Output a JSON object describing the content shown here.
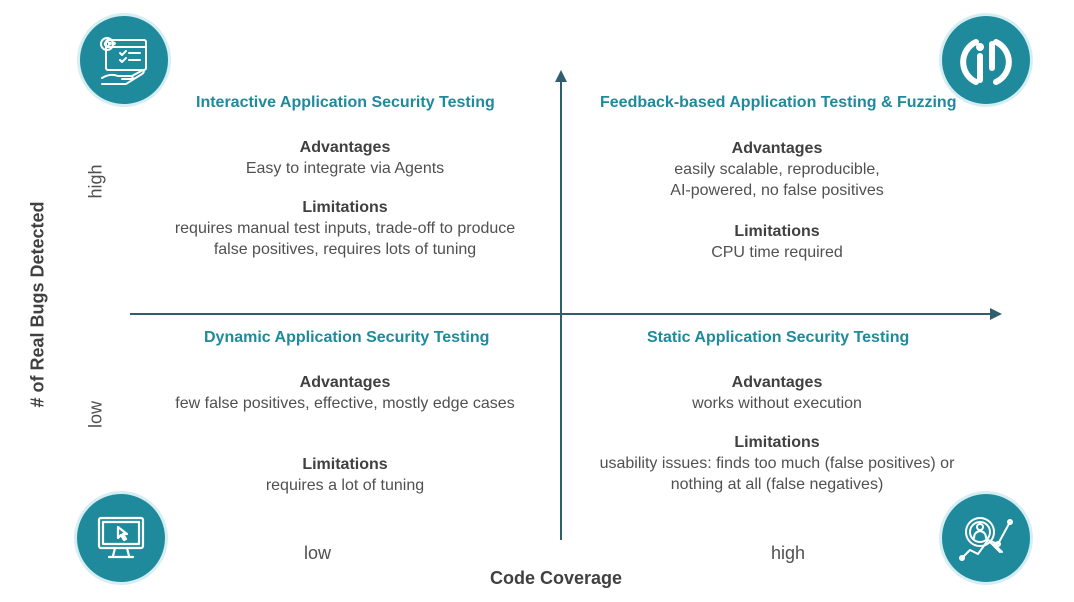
{
  "quadrants": {
    "top_left": {
      "title": "Interactive Application Security Testing",
      "advantages_head": "Advantages",
      "advantages": [
        "Easy to integrate via Agents"
      ],
      "limitations_head": "Limitations",
      "limitations": [
        "requires manual test inputs, trade-off to produce",
        "false positives, requires lots of tuning"
      ]
    },
    "top_right": {
      "title": "Feedback-based Application Testing & Fuzzing",
      "advantages_head": "Advantages",
      "advantages": [
        "easily scalable, reproducible,",
        "AI-powered, no false positives"
      ],
      "limitations_head": "Limitations",
      "limitations": [
        "CPU time required"
      ]
    },
    "bottom_left": {
      "title": "Dynamic Application Security Testing",
      "advantages_head": "Advantages",
      "advantages": [
        "few false positives, effective, mostly edge cases"
      ],
      "limitations_head": "Limitations",
      "limitations": [
        "requires a lot of tuning"
      ]
    },
    "bottom_right": {
      "title": "Static Application Security Testing",
      "advantages_head": "Advantages",
      "advantages": [
        "works without execution"
      ],
      "limitations_head": "Limitations",
      "limitations": [
        "usability issues: finds too much (false positives) or",
        "nothing at all (false negatives)"
      ]
    }
  },
  "axes": {
    "x_title": "Code Coverage",
    "x_low": "low",
    "x_high": "high",
    "y_title": "# of Real Bugs Detected",
    "y_low": "low",
    "y_high": "high"
  },
  "icons": {
    "top_left": "gear-hand-window-icon",
    "top_right": "brand-logo-icon",
    "bottom_left": "monitor-cursor-icon",
    "bottom_right": "magnifier-analytics-icon"
  },
  "colors": {
    "accent": "#1f8a9c",
    "axis": "#2f5f6e"
  }
}
